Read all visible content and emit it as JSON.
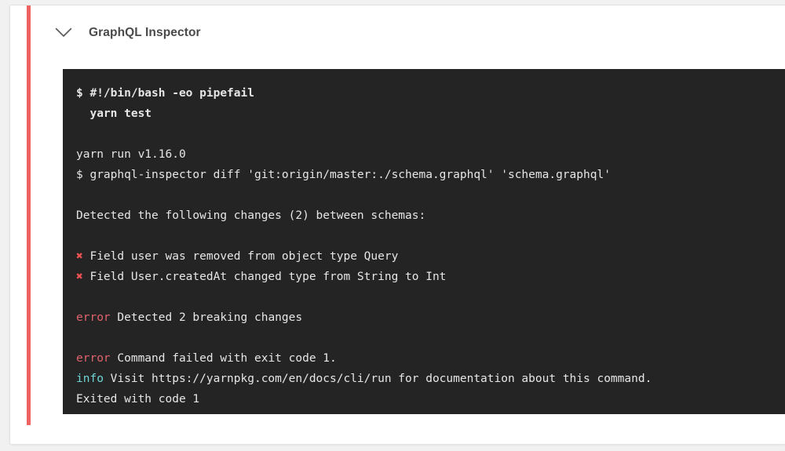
{
  "card": {
    "accent_color": "#ee6361",
    "background": "#ffffff",
    "collapse_icon": "chevron-down-icon",
    "title": "GraphQL Inspector"
  },
  "terminal": {
    "background": "#242424",
    "foreground": "#e6e6e6",
    "error_color": "#e0636b",
    "info_color": "#6fd6d6",
    "marker_color": "#ee5253",
    "marker_glyph": "✖",
    "lines": [
      {
        "id": "cmd-shebang",
        "style": "bold",
        "text": "$ #!/bin/bash -eo pipefail"
      },
      {
        "id": "cmd-yarn-test",
        "style": "bold",
        "text": "  yarn test"
      },
      {
        "id": "blank-1",
        "style": "blank",
        "text": ""
      },
      {
        "id": "yarn-version",
        "style": "plain",
        "text": "yarn run v1.16.0"
      },
      {
        "id": "cmd-inspector-diff",
        "style": "plain",
        "text": "$ graphql-inspector diff 'git:origin/master:./schema.graphql' 'schema.graphql'"
      },
      {
        "id": "blank-2",
        "style": "blank",
        "text": ""
      },
      {
        "id": "detected-changes",
        "style": "plain",
        "text": "Detected the following changes (2) between schemas:"
      },
      {
        "id": "blank-3",
        "style": "blank",
        "text": ""
      },
      {
        "id": "change-1",
        "style": "marker",
        "text": "Field user was removed from object type Query"
      },
      {
        "id": "change-2",
        "style": "marker",
        "text": "Field User.createdAt changed type from String to Int"
      },
      {
        "id": "blank-4",
        "style": "blank",
        "text": ""
      },
      {
        "id": "error-breaking",
        "style": "label-error",
        "label": "error",
        "text": "Detected 2 breaking changes"
      },
      {
        "id": "blank-5",
        "style": "blank",
        "text": ""
      },
      {
        "id": "error-exit",
        "style": "label-error",
        "label": "error",
        "text": "Command failed with exit code 1."
      },
      {
        "id": "info-docs",
        "style": "label-info",
        "label": "info",
        "text": "Visit https://yarnpkg.com/en/docs/cli/run for documentation about this command."
      },
      {
        "id": "exited-code",
        "style": "plain",
        "text": "Exited with code 1"
      }
    ]
  }
}
